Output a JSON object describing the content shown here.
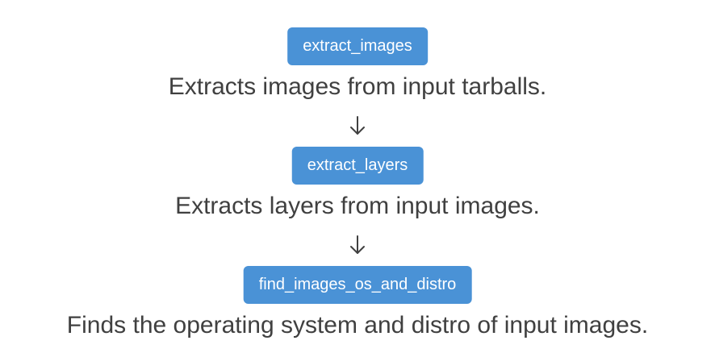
{
  "steps": [
    {
      "name": "extract_images",
      "description": "Extracts images from input tarballs."
    },
    {
      "name": "extract_layers",
      "description": "Extracts layers from input images."
    },
    {
      "name": "find_images_os_and_distro",
      "description": "Finds the operating system and distro of input images."
    }
  ],
  "colors": {
    "pill_background": "#4a92d6",
    "pill_text": "#ffffff",
    "description_text": "#404040",
    "arrow": "#404040"
  },
  "icons": {
    "connector": "arrow-down-icon"
  }
}
